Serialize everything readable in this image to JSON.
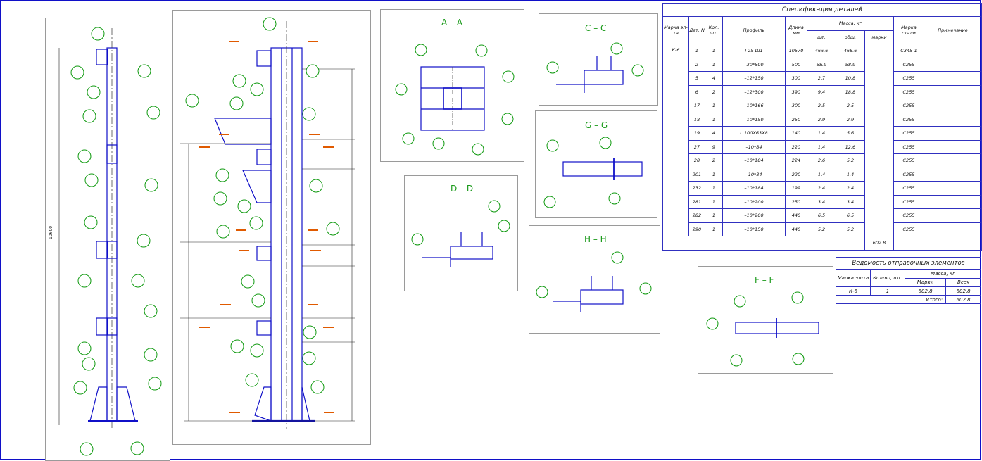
{
  "sections": {
    "aa": "A – A",
    "cc": "C – C",
    "dd": "D – D",
    "gg": "G – G",
    "hh": "H – H",
    "ff": "F – F"
  },
  "spec": {
    "title": "Спецификация деталей",
    "headers": {
      "marka": "Марка эл-та",
      "det": "Дет. N",
      "kol": "Кол. шт.",
      "profil": "Профиль",
      "dlina": "Длина мм",
      "massa": "Масса, кг",
      "sht": "шт.",
      "obsh": "общ.",
      "marki": "марки",
      "stal": "Марка стали",
      "prim": "Примечание"
    },
    "element": "К-6",
    "rows": [
      {
        "det": "1",
        "kol": "1",
        "profil": "I 25 Ш1",
        "dlina": "10570",
        "sht": "466.6",
        "obsh": "466.6",
        "stal": "С345-1"
      },
      {
        "det": "2",
        "kol": "1",
        "profil": "–30*500",
        "dlina": "500",
        "sht": "58.9",
        "obsh": "58.9",
        "stal": "С255"
      },
      {
        "det": "5",
        "kol": "4",
        "profil": "–12*150",
        "dlina": "300",
        "sht": "2.7",
        "obsh": "10.8",
        "stal": "С255"
      },
      {
        "det": "6",
        "kol": "2",
        "profil": "–12*300",
        "dlina": "390",
        "sht": "9.4",
        "obsh": "18.8",
        "stal": "С255"
      },
      {
        "det": "17",
        "kol": "1",
        "profil": "–10*166",
        "dlina": "300",
        "sht": "2.5",
        "obsh": "2.5",
        "stal": "С255"
      },
      {
        "det": "18",
        "kol": "1",
        "profil": "–10*150",
        "dlina": "250",
        "sht": "2.9",
        "obsh": "2.9",
        "stal": "С255"
      },
      {
        "det": "19",
        "kol": "4",
        "profil": "L 100Х63Х8",
        "dlina": "140",
        "sht": "1.4",
        "obsh": "5.6",
        "stal": "С255"
      },
      {
        "det": "27",
        "kol": "9",
        "profil": "–10*84",
        "dlina": "220",
        "sht": "1.4",
        "obsh": "12.6",
        "stal": "С255"
      },
      {
        "det": "28",
        "kol": "2",
        "profil": "–10*184",
        "dlina": "224",
        "sht": "2.6",
        "obsh": "5.2",
        "stal": "С255"
      },
      {
        "det": "201",
        "kol": "1",
        "profil": "–10*84",
        "dlina": "220",
        "sht": "1.4",
        "obsh": "1.4",
        "stal": "С255"
      },
      {
        "det": "232",
        "kol": "1",
        "profil": "–10*184",
        "dlina": "199",
        "sht": "2.4",
        "obsh": "2.4",
        "stal": "С255"
      },
      {
        "det": "281",
        "kol": "1",
        "profil": "–10*200",
        "dlina": "250",
        "sht": "3.4",
        "obsh": "3.4",
        "stal": "С255"
      },
      {
        "det": "282",
        "kol": "1",
        "profil": "–10*200",
        "dlina": "440",
        "sht": "6.5",
        "obsh": "6.5",
        "stal": "С255"
      },
      {
        "det": "290",
        "kol": "1",
        "profil": "–10*150",
        "dlina": "440",
        "sht": "5.2",
        "obsh": "5.2",
        "stal": "С255"
      }
    ],
    "total": "602.8"
  },
  "ship": {
    "title": "Ведомость отправочных элементов",
    "marka": "Марка эл-та",
    "kol": "Кол-во, шт.",
    "massa": "Масса, кг",
    "marki": "Марки",
    "vseh": "Всех",
    "element": "К-6",
    "count": "1",
    "mass_marki": "602.8",
    "mass_vseh": "602.8",
    "itogo": "Итого:",
    "itogo_val": "602.8"
  },
  "colors": {
    "steel": "#1010c8",
    "callout": "#109a10",
    "marker": "#e05a00"
  }
}
